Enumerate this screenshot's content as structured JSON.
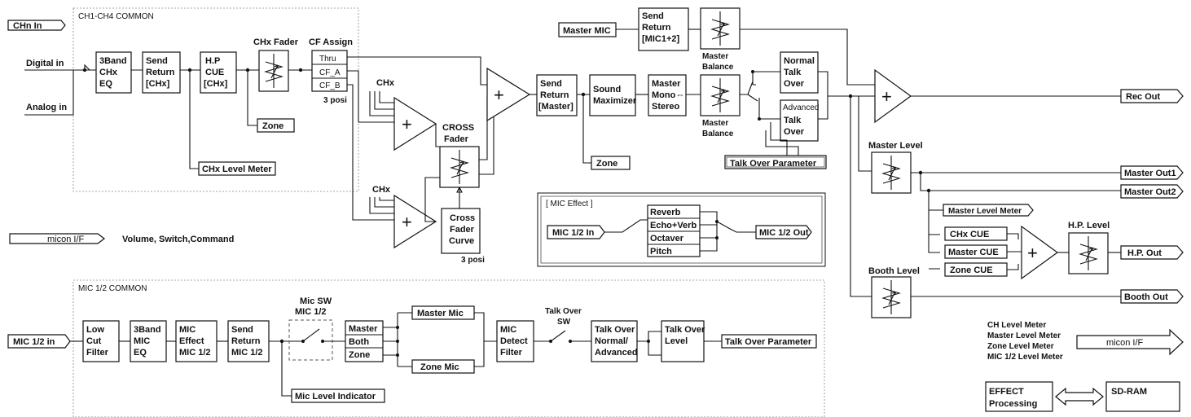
{
  "frames": {
    "ch_common": "CH1-CH4 COMMON",
    "mic_common": "MIC 1/2  COMMON",
    "mic_effect": "[ MIC Effect ]"
  },
  "inputs": {
    "chn_in": "CHn In",
    "digital_in": "Digital in",
    "analog_in": "Analog in",
    "micon_if": "micon I/F",
    "micon_desc": "Volume, Switch,Command",
    "mic_in": "MIC 1/2  in"
  },
  "ch": {
    "eq": [
      "3Band",
      "CHx",
      "EQ"
    ],
    "send_return": [
      "Send",
      "Return",
      "[CHx]"
    ],
    "hp_cue": [
      "H.P",
      "CUE",
      "[CHx]"
    ],
    "fader_label": "CHx Fader",
    "cf_assign_label": "CF Assign",
    "cf_options": [
      "Thru",
      "CF_A",
      "CF_B"
    ],
    "posi": "3 posi",
    "zone": "Zone",
    "level_meter": "CHx Level Meter"
  },
  "mix": {
    "chx_a": "CHx",
    "chx_b": "CHx",
    "cross_fader": [
      "CROSS",
      "Fader"
    ],
    "cf_curve": [
      "Cross",
      "Fader",
      "Curve"
    ],
    "posi": "3 posi",
    "send_return_master": [
      "Send",
      "Return",
      "[Master]"
    ],
    "zone": "Zone",
    "sound_max": [
      "Sound",
      "Maximizer"
    ],
    "mono_stereo": [
      "Master",
      "Mono⇔",
      "Stereo"
    ],
    "master_mic": "Master MIC",
    "send_return_mic": [
      "Send",
      "Return",
      "[MIC1+2]"
    ],
    "master_balance_1": [
      "Master",
      "Balance"
    ],
    "master_balance_2": [
      "Master",
      "Balance"
    ],
    "normal_talk": [
      "Normal",
      "Talk",
      "Over"
    ],
    "advanced_talk": [
      "Advanced",
      "Talk",
      "Over"
    ],
    "talk_param": "Talk Over Parameter"
  },
  "outputs": {
    "rec_out": "Rec Out",
    "master_level": "Master Level",
    "master_out1": "Master Out1",
    "master_out2": "Master Out2",
    "master_level_meter": "Master Level Meter",
    "hp_level": "H.P. Level",
    "chx_cue": "CHx CUE",
    "master_cue": "Master CUE",
    "zone_cue": "Zone CUE",
    "hp_out": "H.P. Out",
    "booth_level": "Booth Level",
    "booth_out": "Booth Out"
  },
  "effect": {
    "items": [
      "Reverb",
      "Echo+Verb",
      "Octaver",
      "Pitch"
    ],
    "mic_in": "MIC 1/2 In",
    "mic_out": "MIC 1/2 Out"
  },
  "mic": {
    "low_cut": [
      "Low",
      "Cut",
      "Filter"
    ],
    "mic_eq": [
      "3Band",
      "MIC",
      "EQ"
    ],
    "mic_effect": [
      "MIC",
      "Effect",
      "MIC 1/2"
    ],
    "send_return": [
      "Send",
      "Return",
      "MIC 1/2"
    ],
    "mic_sw": [
      "Mic SW",
      "MIC 1/2"
    ],
    "routes": [
      "Master",
      "Both",
      "Zone"
    ],
    "master_mic": "Master Mic",
    "zone_mic": "Zone Mic",
    "detect": [
      "MIC",
      "Detect",
      "Filter"
    ],
    "talk_sw": [
      "Talk Over",
      "SW"
    ],
    "talk_mode": [
      "Talk Over",
      "Normal/",
      "Advanced"
    ],
    "talk_level": [
      "Talk Over",
      "Level"
    ],
    "talk_param": "Talk Over Parameter",
    "level_indicator": "Mic Level Indicator"
  },
  "legend": {
    "meters": [
      "CH Level Meter",
      "Master Level Meter",
      "Zone Level Meter",
      "MIC 1/2 Level Meter"
    ],
    "micon_if": "micon I/F",
    "effect_processing": [
      "EFFECT",
      "Processing"
    ],
    "sdram": "SD-RAM"
  }
}
